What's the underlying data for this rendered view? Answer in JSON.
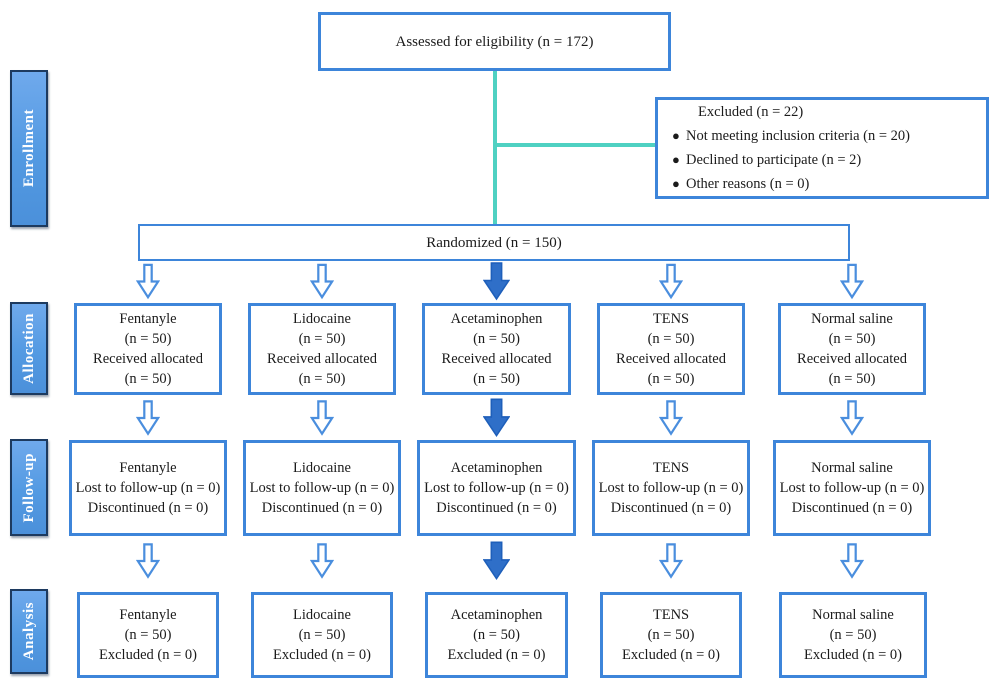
{
  "palette": {
    "box_border_blue": "#3d85da",
    "sidebar_fill_blue": "#539ae2",
    "sidebar_border_navy": "#1d3a5f",
    "connector_teal": "#4fd1c2",
    "arrow_hollow_stroke": "#4a8ede",
    "arrow_solid_fill": "#2f6fc8",
    "arrow_solid_stroke": "#1e5fba",
    "text_color": "#1b1b1b"
  },
  "sidebar": {
    "enrollment": "Enrollment",
    "allocation": "Allocation",
    "followup": "Follow-up",
    "analysis": "Analysis"
  },
  "eligibility_box": "Assessed for eligibility (n = 172)",
  "excluded_box": {
    "title": "Excluded (n = 22)",
    "bullet_glyph": "●",
    "items": [
      "Not meeting inclusion criteria (n = 20)",
      "Declined to participate (n = 2)",
      "Other reasons (n = 0)"
    ]
  },
  "randomized_box": "Randomized (n = 150)",
  "arrows": {
    "direction": "down",
    "solid_column_index": 2,
    "hollow_style": "outline",
    "solid_style": "filled"
  },
  "columns": [
    {
      "name": "Fentanyle",
      "allocation": [
        "Fentanyle",
        "(n = 50)",
        "Received allocated",
        "(n = 50)"
      ],
      "followup": [
        "Fentanyle",
        "Lost to follow-up (n = 0)",
        "Discontinued (n = 0)"
      ],
      "analysis": [
        "Fentanyle",
        "(n = 50)",
        "Excluded (n = 0)"
      ]
    },
    {
      "name": "Lidocaine",
      "allocation": [
        "Lidocaine",
        "(n = 50)",
        "Received allocated",
        "(n = 50)"
      ],
      "followup": [
        "Lidocaine",
        "Lost to follow-up (n = 0)",
        "Discontinued (n = 0)"
      ],
      "analysis": [
        "Lidocaine",
        "(n = 50)",
        "Excluded (n = 0)"
      ]
    },
    {
      "name": "Acetaminophen",
      "allocation": [
        "Acetaminophen",
        "(n = 50)",
        "Received allocated",
        "(n = 50)"
      ],
      "followup": [
        "Acetaminophen",
        "Lost to follow-up (n = 0)",
        "Discontinued (n = 0)"
      ],
      "analysis": [
        "Acetaminophen",
        "(n = 50)",
        "Excluded (n = 0)"
      ]
    },
    {
      "name": "TENS",
      "allocation": [
        "TENS",
        "(n = 50)",
        "Received allocated",
        "(n = 50)"
      ],
      "followup": [
        "TENS",
        "Lost to follow-up (n = 0)",
        "Discontinued (n = 0)"
      ],
      "analysis": [
        "TENS",
        "(n = 50)",
        "Excluded (n = 0)"
      ]
    },
    {
      "name": "Normal saline",
      "allocation": [
        "Normal saline",
        "(n = 50)",
        "Received allocated",
        "(n = 50)"
      ],
      "followup": [
        "Normal saline",
        "Lost to follow-up (n = 0)",
        "Discontinued (n = 0)"
      ],
      "analysis": [
        "Normal saline",
        "(n = 50)",
        "Excluded (n = 0)"
      ]
    }
  ]
}
